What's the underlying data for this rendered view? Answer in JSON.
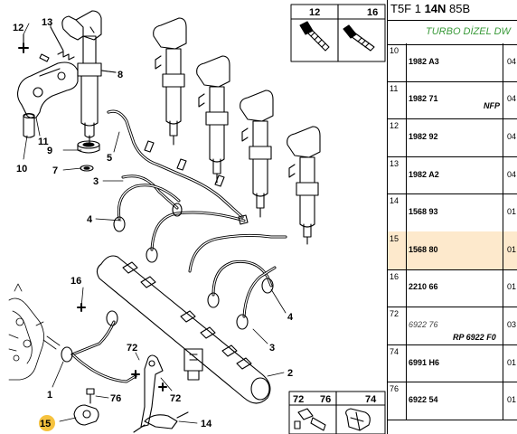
{
  "diagram": {
    "callouts": [
      "12",
      "13",
      "8",
      "11",
      "9",
      "10",
      "7",
      "5",
      "3",
      "4",
      "16",
      "1",
      "15",
      "72",
      "76",
      "14",
      "2",
      "4",
      "3",
      "72"
    ],
    "inset_top": {
      "labels": [
        "12",
        "16"
      ]
    },
    "inset_bottom": {
      "labels": [
        "72",
        "76",
        "74"
      ]
    },
    "highlight_color": "#f6c23e"
  },
  "table": {
    "title_prefix": "T5F 1 ",
    "title_bold": "14N",
    "title_suffix": " 85B",
    "subtitle": "TURBO DİZEL DW",
    "subtitle_color": "#3a9a3a",
    "highlight_color": "#fde9cc",
    "rows": [
      {
        "idx": "10",
        "ref": "1982 A3",
        "qty": "04",
        "note": "",
        "italic": false,
        "highlight": false
      },
      {
        "idx": "11",
        "ref": "1982 71",
        "qty": "04",
        "note": "NFP",
        "italic": false,
        "highlight": false
      },
      {
        "idx": "12",
        "ref": "1982 92",
        "qty": "04",
        "note": "",
        "italic": false,
        "highlight": false
      },
      {
        "idx": "13",
        "ref": "1982 A2",
        "qty": "04",
        "note": "",
        "italic": false,
        "highlight": false
      },
      {
        "idx": "14",
        "ref": "1568 93",
        "qty": "01",
        "note": "",
        "italic": false,
        "highlight": false
      },
      {
        "idx": "15",
        "ref": "1568 80",
        "qty": "01",
        "note": "",
        "italic": false,
        "highlight": true
      },
      {
        "idx": "16",
        "ref": "2210 66",
        "qty": "01",
        "note": "",
        "italic": false,
        "highlight": false
      },
      {
        "idx": "72",
        "ref": "6922 76",
        "qty": "03",
        "note": "RP 6922 F0",
        "italic": true,
        "highlight": false
      },
      {
        "idx": "74",
        "ref": "6991 H6",
        "qty": "01",
        "note": "",
        "italic": false,
        "highlight": false
      },
      {
        "idx": "76",
        "ref": "6922 54",
        "qty": "01",
        "note": "",
        "italic": false,
        "highlight": false
      }
    ]
  }
}
